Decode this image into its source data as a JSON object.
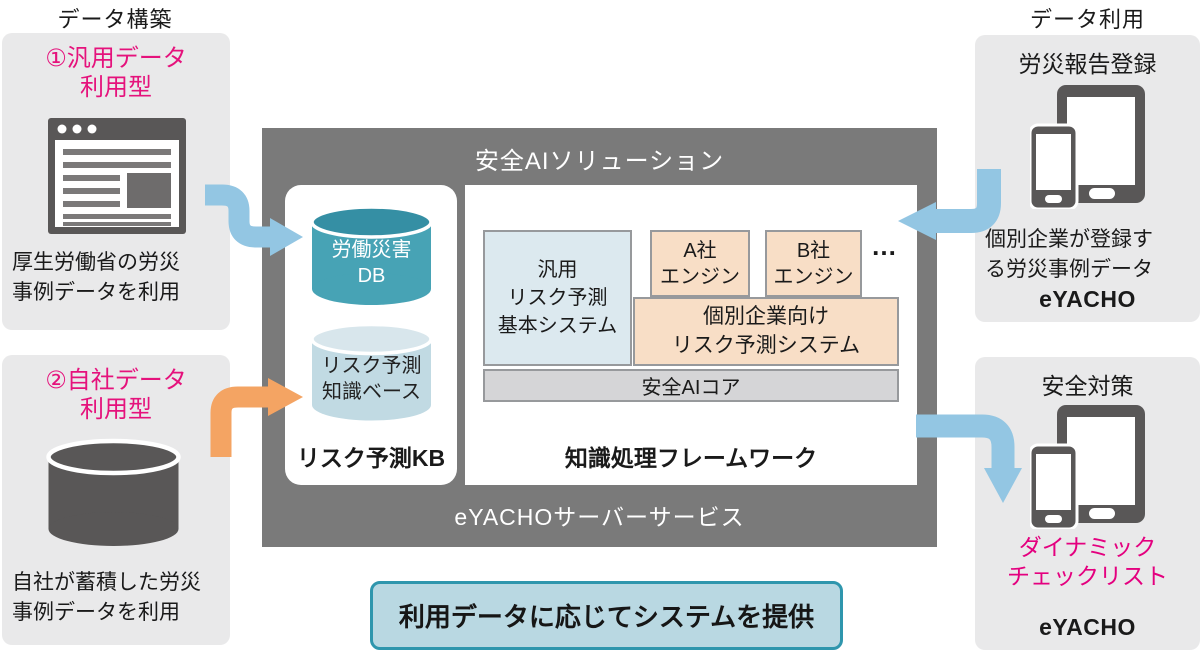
{
  "headers": {
    "left": "データ構築",
    "right": "データ利用"
  },
  "left_column": {
    "box1": {
      "title1": "①汎用データ",
      "title2": "利用型",
      "caption1": "厚生労働省の労災",
      "caption2": "事例データを利用"
    },
    "box2": {
      "title1": "②自社データ",
      "title2": "利用型",
      "caption1": "自社が蓄積した労災",
      "caption2": "事例データを利用"
    }
  },
  "center": {
    "title": "安全AIソリューション",
    "kb": {
      "db1": "労働災害",
      "db2": "DB",
      "kb1": "リスク予測",
      "kb2": "知識ベース",
      "label": "リスク予測KB"
    },
    "fw": {
      "general": [
        "汎用",
        "リスク予測",
        "基本システム"
      ],
      "engine_a": [
        "A社",
        "エンジン"
      ],
      "engine_b": [
        "B社",
        "エンジン"
      ],
      "ellipsis": "…",
      "individual": [
        "個別企業向け",
        "リスク予測システム"
      ],
      "core": "安全AIコア",
      "label": "知識処理フレームワーク"
    },
    "footer": "eYACHOサーバーサービス"
  },
  "right_column": {
    "box1": {
      "title": "労災報告登録",
      "caption1": "個別企業が登録す",
      "caption2": "る労災事例データ",
      "brand": "eYACHO"
    },
    "box2": {
      "title": "安全対策",
      "line1": "ダイナミック",
      "line2": "チェックリスト",
      "brand": "eYACHO"
    }
  },
  "banner": {
    "text": "利用データに応じてシステムを提供"
  },
  "colors": {
    "accent_pink": "#e5127c",
    "highlight_pink": "#e4007f",
    "arrow_blue": "#93c6e3",
    "arrow_orange": "#f4a463",
    "solution_gray": "#7a7a7a",
    "side_box_gray": "#e9e9ea",
    "icon_gray": "#595757",
    "db_teal": "#47a3b5",
    "db_teal_lid": "#358fa4",
    "kb_blue": "#c1dae3",
    "kb_blue_lid": "#d8e6ec",
    "engine_orange": "#f8dec6",
    "system_blue": "#dce9ef",
    "core_gray": "#d5d5d7",
    "banner_fill": "#b9d8e2",
    "banner_border": "#2f96ad"
  }
}
